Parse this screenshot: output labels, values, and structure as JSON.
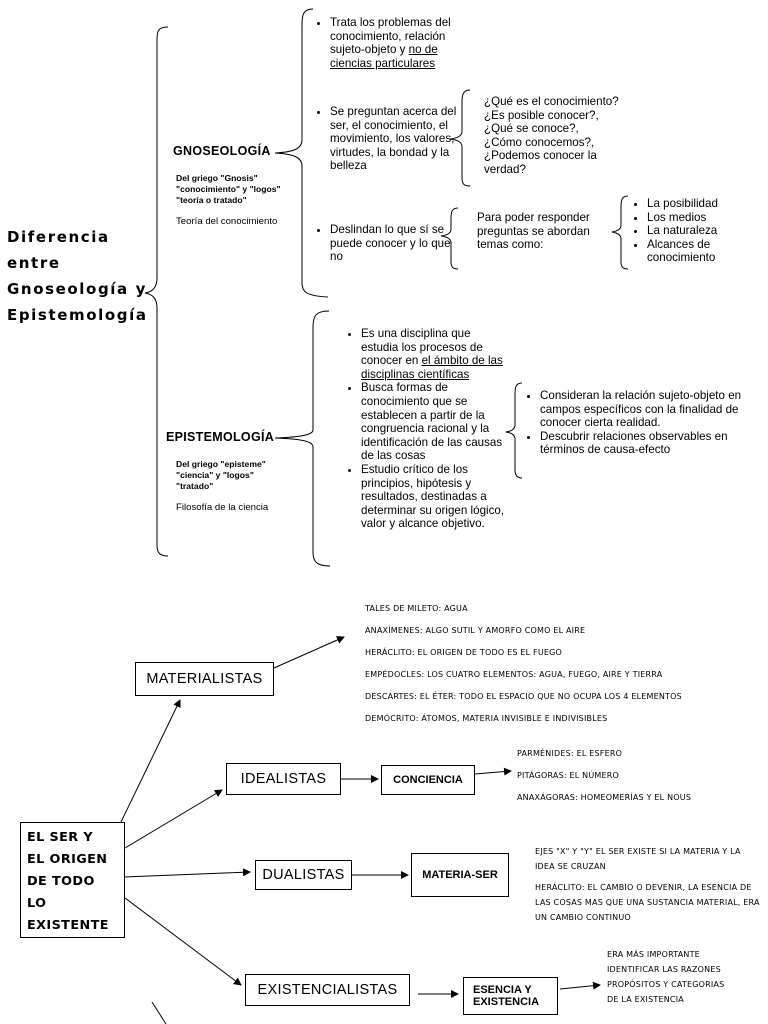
{
  "title": "Diferencia entre Gnoseología y Epistemología",
  "gnoseologia": {
    "label": "GNOSEOLOGÍA",
    "etymology": [
      "Del griego \"Gnosis\"",
      "\"conocimiento\" y \"logos\"",
      "\"teoría o tratado\""
    ],
    "meaning": "Teoría del conocimiento",
    "bullet1": "Trata los problemas del conocimiento, relación sujeto-objeto y ",
    "bullet1_underlined": "no de ciencias particulares",
    "bullet2": "Se preguntan acerca del ser, el conocimiento, el movimiento, los valores, virtudes, la bondad y la belleza",
    "bullet2_questions": "¿Qué es el conocimiento? ¿Es posible conocer?, ¿Qué se conoce?, ¿Cómo conocemos?, ¿Podemos conocer la verdad?",
    "bullet3": "Deslindan lo que sí se puede conocer y lo que no",
    "bullet3_detail": "Para poder responder preguntas se abordan temas como:",
    "topics": [
      "La posibilidad",
      "Los medios",
      "La naturaleza",
      "Alcances de conocimiento"
    ]
  },
  "epistemologia": {
    "label": "EPISTEMOLOGÍA",
    "etymology": [
      "Del griego \"episteme\"",
      "\"ciencia\" y \"logos\"",
      "\"tratado\""
    ],
    "meaning": "Filosofía de la ciencia",
    "bullet1": "Es una disciplina que estudia los procesos de conocer en ",
    "bullet1_underlined": "el ámbito de las disciplinas científicas",
    "bullet2": "Busca formas de conocimiento que se establecen a partir de la congruencia racional y la identificación de las causas de las cosas",
    "bullet3": "Estudio crítico de los principios, hipótesis y resultados, destinadas a determinar su origen lógico, valor y alcance objetivo.",
    "detail": [
      "Consideran la relación sujeto-objeto en campos específicos con la finalidad de conocer cierta realidad.",
      "Descubrir relaciones observables en términos de causa-efecto"
    ]
  },
  "origin": {
    "root": [
      "EL SER Y",
      "EL ORIGEN",
      "DE TODO",
      "LO",
      "EXISTENTE"
    ],
    "materialistas": {
      "label": "MATERIALISTAS",
      "items": [
        "TALES DE MILETO: AGUA",
        "ANAXÍMENES: ALGO SUTIL Y AMORFO COMO EL AIRE",
        "HERÁCLITO: EL ORIGEN DE TODO ES EL FUEGO",
        "EMPÉDOCLES: LOS CUATRO ELEMENTOS: AGUA, FUEGO, AIRE Y TIERRA",
        "DESCARTES: EL ÉTER: TODO EL ESPACIO QUE NO OCUPA LOS 4 ELEMENTOS",
        "DEMÓCRITO: ÁTOMOS, MATERIA INVISIBLE E INDIVISIBLES"
      ]
    },
    "idealistas": {
      "label": "IDEALISTAS",
      "sub": "CONCIENCIA",
      "items": [
        "PARMÉNIDES: EL ESFERO",
        "PITÁGORAS: EL NÚMERO",
        "ANAXÁGORAS: HOMEOMERÍAS Y EL NOUS"
      ]
    },
    "dualistas": {
      "label": "DUALISTAS",
      "sub": "MATERIA-SER",
      "items": [
        "EJES \"X\" Y \"Y\" EL SER EXISTE SI LA MATERIA Y LA IDEA SE CRUZAN",
        "HERÁCLITO: EL CAMBIO O DEVENIR, LA ESENCIA DE LAS COSAS MAS QUE UNA SUSTANCIA MATERIAL, ERA UN CAMBIO CONTINUO"
      ]
    },
    "existencialistas": {
      "label": "EXISTENCIALISTAS",
      "sub": [
        "ESENCIA Y",
        "EXISTENCIA"
      ],
      "items": [
        "ERA MÁS IMPORTANTE IDENTIFICAR LAS RAZONES PROPÓSITOS Y CATEGORIAS DE LA EXISTENCIA"
      ]
    }
  }
}
